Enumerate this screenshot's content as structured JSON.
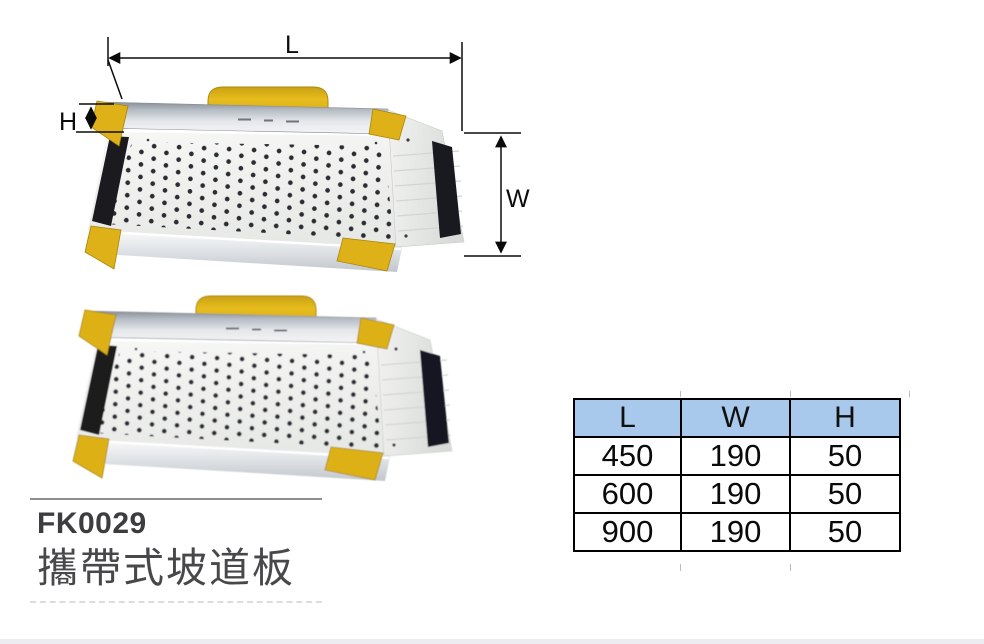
{
  "product": {
    "code": "FK0029",
    "name": "攜帶式坡道板"
  },
  "annotations": {
    "length": "L",
    "width": "W",
    "height": "H"
  },
  "spec_table": {
    "columns": [
      "L",
      "W",
      "H"
    ],
    "rows": [
      [
        "450",
        "190",
        "50"
      ],
      [
        "600",
        "190",
        "50"
      ],
      [
        "900",
        "190",
        "50"
      ]
    ]
  },
  "colors": {
    "table_header_bg": "#a9c9ec",
    "ramp_yellow": "#ddb117",
    "grip_black": "#1b1b1f",
    "dimension_line": "#0c0c0c"
  }
}
